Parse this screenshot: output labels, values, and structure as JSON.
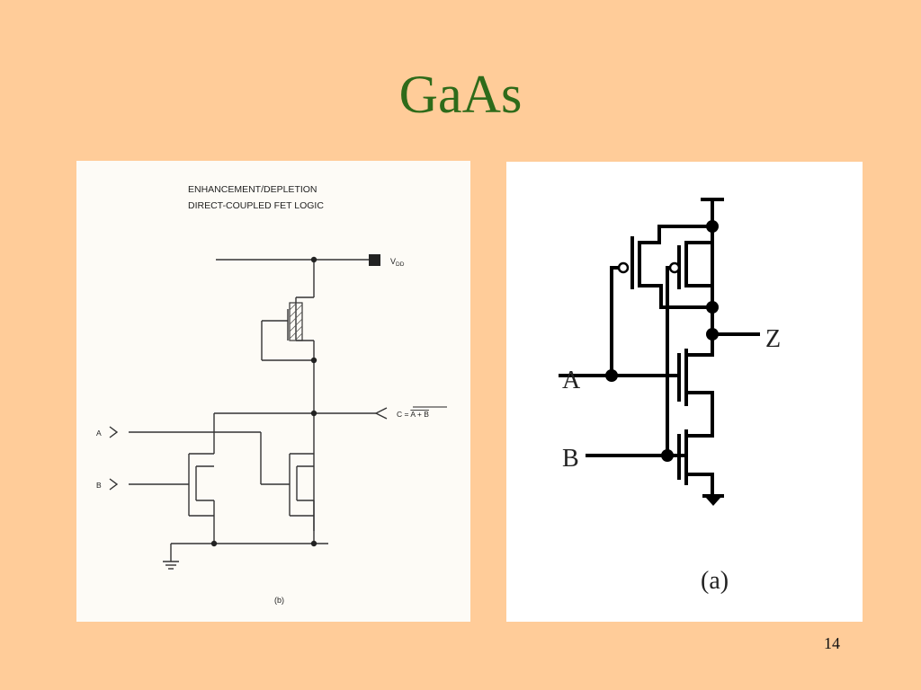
{
  "slide": {
    "title": "GaAs",
    "page_number": "14"
  },
  "left_figure": {
    "heading_line1": "ENHANCEMENT/DEPLETION",
    "heading_line2": "DIRECT-COUPLED FET LOGIC",
    "vdd_label": "V",
    "vdd_sub": "DD",
    "input_a_label": "A",
    "input_b_label": "B",
    "output_label_prefix": "C = ",
    "output_label_expr": "A + B",
    "caption": "(b)"
  },
  "right_figure": {
    "input_a_label": "A",
    "input_b_label": "B",
    "output_label": "Z",
    "caption": "(a)"
  }
}
